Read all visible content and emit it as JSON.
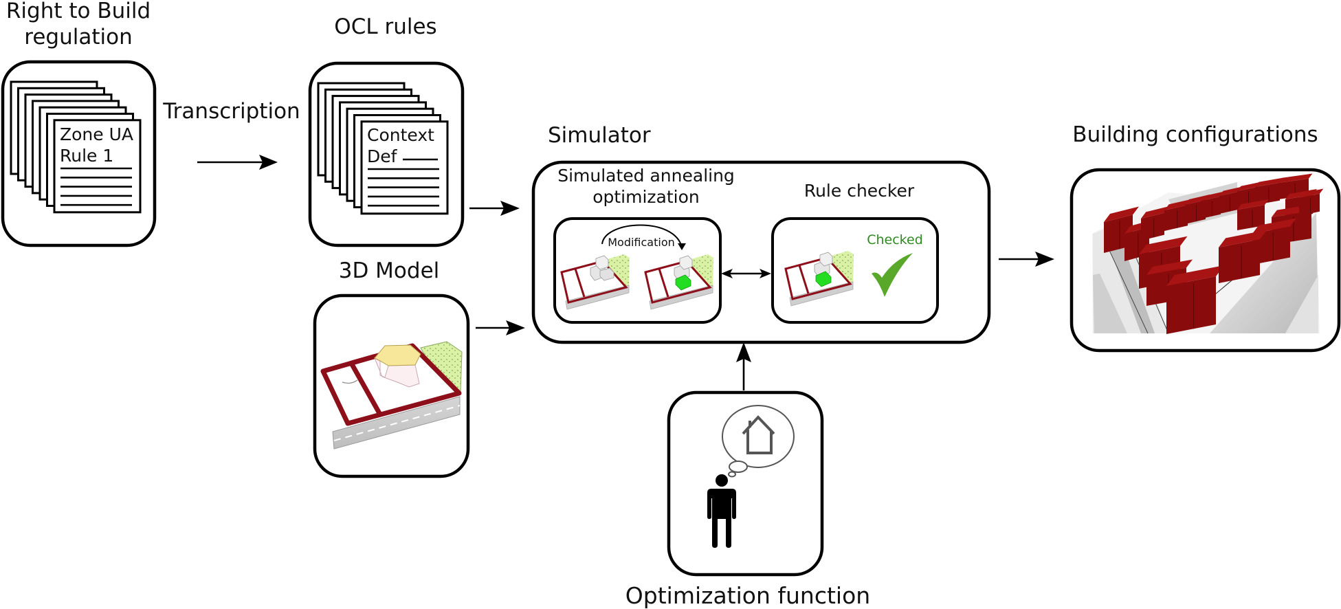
{
  "title": "Right to Build regulation simulation workflow",
  "nodes": {
    "regulation": {
      "label_line1": "Right to Build",
      "label_line2": "regulation",
      "doc_line1": "Zone UA",
      "doc_line2": "Rule 1"
    },
    "ocl": {
      "label": "OCL rules",
      "doc_line1": "Context",
      "doc_line2": "Def"
    },
    "model3d": {
      "label": "3D Model"
    },
    "simulator": {
      "label": "Simulator"
    },
    "annealing": {
      "label_line1": "Simulated annealing",
      "label_line2": "optimization",
      "modification_label": "Modification"
    },
    "rule_checker": {
      "label": "Rule checker",
      "status_label": "Checked"
    },
    "buildings": {
      "label": "Building configurations"
    },
    "optimization": {
      "label": "Optimization function"
    }
  },
  "edges": {
    "transcription_label": "Transcription"
  },
  "icons": {
    "document_stack": "document-stack-icon",
    "check": "checkmark-icon",
    "person": "person-icon",
    "house": "house-icon",
    "thought_bubble": "thought-bubble-icon"
  },
  "colors": {
    "parcel_border": "#8c0f1a",
    "building_red": "#8a0b0b",
    "building_top": "#a81414",
    "grass": "#d8f0a8",
    "checked_text": "#2f8a22",
    "check_mark": "#5aa82a",
    "modified_block": "#22dd22",
    "house_roof": "#f6e79a"
  }
}
